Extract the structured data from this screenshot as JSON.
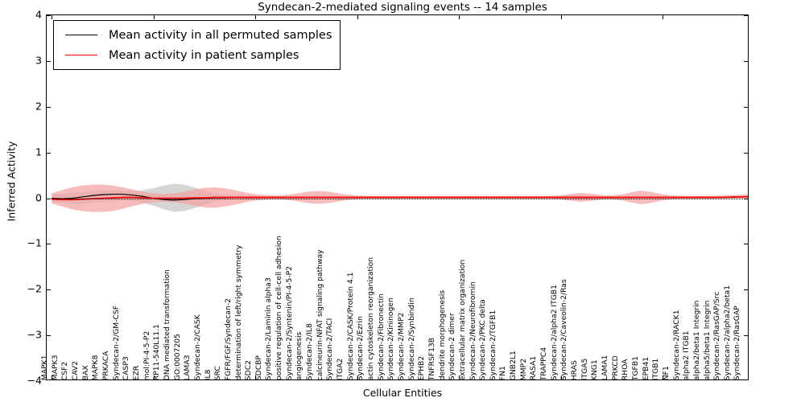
{
  "chart_data": {
    "type": "line",
    "title": "Syndecan-2-mediated signaling events -- 14 samples",
    "xlabel": "Cellular Entities",
    "ylabel": "Inferred Activity",
    "ylim": [
      -4,
      4
    ],
    "yticks": [
      -4,
      -3,
      -2,
      -1,
      0,
      1,
      2,
      3,
      4
    ],
    "grid": false,
    "legend": [
      "Mean activity in all permuted samples",
      "Mean activity in patient samples"
    ],
    "legend_position": "upper left",
    "sample_count": 14,
    "colors": {
      "permuted_line": "#000000",
      "permuted_band": "#c8c8c8",
      "patient_line": "#ff0000",
      "patient_band": "#f4a0a0",
      "zero_line": "#000000"
    },
    "categories": [
      "MAPK1",
      "MAPK3",
      "CSF2",
      "CAV2",
      "BAX",
      "MAPK8",
      "PRKACA",
      "Syndecan-2/GM-CSF",
      "CASP3",
      "EZR",
      "mol:PI-4-5-P2",
      "RP11-540L11.1",
      "DNA mediated transformation",
      "GO:0007205",
      "LAMA3",
      "Syndecan-2/CASK",
      "IL8",
      "SRC",
      "FGFR/FGF/Syndecan-2",
      "determination of left/right symmetry",
      "SDC2",
      "SDCBP",
      "Syndecan-2/Laminin alpha3",
      "positive regulation of cell-cell adhesion",
      "Syndecan-2/Syntenin/PI-4-5-P2",
      "angiogenesis",
      "Syndecan-2/IL8",
      "calcineurin-NFAT signaling pathway",
      "Syndecan-2/TACI",
      "ITGA2",
      "Syndecan-2/CASK/Protein 4.1",
      "Syndecan-2/Ezrin",
      "actin cytoskeleton reorganization",
      "Syndecan-2/Fibronectin",
      "Syndecan-2/Kininogen",
      "Syndecan-2/MMP2",
      "Syndecan-2/Synbindin",
      "EPHB2",
      "TNFRSF13B",
      "dendrite morphogenesis",
      "Syndecan-2 dimer",
      "extracellular matrix organization",
      "Syndecan-2/Neurofibromin",
      "Syndecan-2/PKC delta",
      "Syndecan-2/TGFB1",
      "FN1",
      "GNB2L1",
      "MMP2",
      "RASA1",
      "TRAPPC4",
      "Syndecan-2/alpha2 ITGB1",
      "Syndecan-2/Caveolin-2/Ras",
      "HRAS",
      "ITGA5",
      "KNG1",
      "LAMA1",
      "PRKCD",
      "RHOA",
      "TGFB1",
      "EPB41",
      "ITGB1",
      "NF1",
      "Syndecan-2/RACK1",
      "alpha2 ITGB1",
      "alpha2/beta1 Integrin",
      "alpha5/beta1 Integrin",
      "Syndecan-2/RasGAP/Src",
      "Syndecan-2/alpha2/beta1",
      "Syndecan-2/RasGAP"
    ],
    "series": [
      {
        "name": "Mean activity in all permuted samples",
        "color": "#000000",
        "values": [
          -0.02,
          -0.03,
          -0.02,
          0.01,
          0.04,
          0.06,
          0.07,
          0.07,
          0.05,
          0.02,
          -0.02,
          -0.05,
          -0.06,
          -0.05,
          -0.03,
          -0.02,
          -0.01,
          -0.01,
          0.0,
          0.0,
          0.0,
          0.0,
          0.0,
          0.0,
          0.0,
          0.0,
          0.0,
          0.0,
          0.0,
          0.0,
          0.0,
          0.0,
          0.0,
          0.0,
          0.0,
          0.0,
          0.0,
          0.0,
          0.0,
          0.0,
          0.0,
          0.0,
          0.0,
          0.0,
          0.0,
          0.0,
          0.0,
          0.0,
          0.0,
          0.0,
          0.0,
          0.0,
          0.0,
          0.0,
          0.0,
          0.0,
          0.0,
          0.0,
          0.0,
          0.0,
          0.0,
          0.0,
          0.0,
          0.0,
          0.0,
          0.0,
          0.0,
          0.0,
          0.01,
          0.01,
          0.01,
          0.01,
          0.01,
          0.01,
          0.01,
          0.02,
          0.02
        ],
        "band_upper": [
          0.06,
          0.08,
          0.1,
          0.12,
          0.14,
          0.16,
          0.16,
          0.15,
          0.14,
          0.16,
          0.2,
          0.26,
          0.3,
          0.28,
          0.22,
          0.14,
          0.09,
          0.06,
          0.04,
          0.03,
          0.03,
          0.02,
          0.02,
          0.02,
          0.02,
          0.02,
          0.02,
          0.02,
          0.02,
          0.02,
          0.02,
          0.02,
          0.02,
          0.02,
          0.02,
          0.02,
          0.02,
          0.02,
          0.02,
          0.02,
          0.02,
          0.02,
          0.02,
          0.02,
          0.02,
          0.02,
          0.02,
          0.02,
          0.02,
          0.02,
          0.03,
          0.04,
          0.04,
          0.03,
          0.02,
          0.02,
          0.02,
          0.02,
          0.02,
          0.02,
          0.02,
          0.02,
          0.02,
          0.02,
          0.02,
          0.02,
          0.02,
          0.02,
          0.03,
          0.04,
          0.04,
          0.04,
          0.04,
          0.04,
          0.04,
          0.04,
          0.04
        ],
        "band_lower": [
          -0.1,
          -0.12,
          -0.14,
          -0.14,
          -0.12,
          -0.1,
          -0.08,
          -0.07,
          -0.08,
          -0.12,
          -0.18,
          -0.26,
          -0.32,
          -0.3,
          -0.24,
          -0.16,
          -0.1,
          -0.06,
          -0.04,
          -0.03,
          -0.03,
          -0.02,
          -0.02,
          -0.02,
          -0.02,
          -0.02,
          -0.02,
          -0.02,
          -0.02,
          -0.02,
          -0.02,
          -0.02,
          -0.02,
          -0.02,
          -0.02,
          -0.02,
          -0.02,
          -0.02,
          -0.02,
          -0.02,
          -0.02,
          -0.02,
          -0.02,
          -0.02,
          -0.02,
          -0.02,
          -0.02,
          -0.02,
          -0.02,
          -0.02,
          -0.03,
          -0.04,
          -0.04,
          -0.03,
          -0.02,
          -0.02,
          -0.02,
          -0.02,
          -0.02,
          -0.02,
          -0.02,
          -0.02,
          -0.02,
          -0.02,
          -0.02,
          -0.02,
          -0.02,
          -0.02,
          -0.02,
          -0.02,
          -0.02,
          -0.02,
          -0.02,
          -0.02,
          -0.02,
          -0.02,
          -0.02
        ]
      },
      {
        "name": "Mean activity in patient samples",
        "color": "#ff0000",
        "values": [
          -0.04,
          -0.05,
          -0.05,
          -0.04,
          -0.03,
          -0.02,
          -0.01,
          0.0,
          0.0,
          -0.01,
          -0.02,
          -0.02,
          -0.02,
          -0.02,
          -0.01,
          -0.01,
          0.0,
          0.0,
          0.0,
          0.0,
          0.0,
          0.0,
          0.0,
          0.0,
          0.0,
          0.0,
          0.0,
          0.0,
          0.0,
          0.0,
          0.0,
          0.0,
          0.0,
          0.0,
          0.0,
          0.0,
          0.0,
          0.0,
          0.0,
          0.0,
          0.0,
          0.0,
          0.0,
          0.0,
          0.0,
          0.0,
          0.0,
          0.0,
          0.0,
          0.0,
          0.0,
          0.0,
          0.0,
          0.0,
          0.0,
          0.0,
          0.0,
          0.0,
          0.0,
          0.0,
          0.0,
          0.0,
          0.0,
          0.0,
          0.0,
          0.0,
          0.0,
          0.01,
          0.01,
          0.02,
          0.02,
          0.02,
          0.03,
          0.03,
          0.04,
          0.05,
          0.06
        ],
        "band_upper": [
          0.09,
          0.16,
          0.22,
          0.26,
          0.28,
          0.28,
          0.26,
          0.22,
          0.17,
          0.12,
          0.09,
          0.08,
          0.09,
          0.12,
          0.17,
          0.21,
          0.22,
          0.2,
          0.16,
          0.11,
          0.07,
          0.05,
          0.04,
          0.05,
          0.08,
          0.12,
          0.14,
          0.13,
          0.1,
          0.06,
          0.04,
          0.03,
          0.03,
          0.03,
          0.03,
          0.03,
          0.03,
          0.03,
          0.03,
          0.03,
          0.03,
          0.03,
          0.03,
          0.03,
          0.03,
          0.03,
          0.03,
          0.03,
          0.03,
          0.03,
          0.04,
          0.07,
          0.1,
          0.08,
          0.05,
          0.04,
          0.06,
          0.11,
          0.15,
          0.12,
          0.07,
          0.04,
          0.03,
          0.03,
          0.03,
          0.03,
          0.04,
          0.05,
          0.06,
          0.07,
          0.08,
          0.08,
          0.08,
          0.09,
          0.09,
          0.1,
          0.1
        ],
        "band_lower": [
          -0.13,
          -0.2,
          -0.26,
          -0.3,
          -0.32,
          -0.32,
          -0.3,
          -0.25,
          -0.19,
          -0.14,
          -0.11,
          -0.1,
          -0.11,
          -0.14,
          -0.18,
          -0.22,
          -0.23,
          -0.2,
          -0.16,
          -0.11,
          -0.07,
          -0.05,
          -0.04,
          -0.05,
          -0.08,
          -0.12,
          -0.14,
          -0.13,
          -0.1,
          -0.06,
          -0.04,
          -0.03,
          -0.03,
          -0.03,
          -0.03,
          -0.03,
          -0.03,
          -0.03,
          -0.03,
          -0.03,
          -0.03,
          -0.03,
          -0.03,
          -0.03,
          -0.03,
          -0.03,
          -0.03,
          -0.03,
          -0.03,
          -0.03,
          -0.04,
          -0.07,
          -0.1,
          -0.08,
          -0.05,
          -0.04,
          -0.06,
          -0.11,
          -0.15,
          -0.12,
          -0.07,
          -0.04,
          -0.03,
          -0.03,
          -0.03,
          -0.03,
          -0.02,
          -0.02,
          -0.02,
          -0.02,
          -0.02,
          -0.02,
          -0.01,
          -0.01,
          -0.01,
          0.0,
          0.01
        ]
      }
    ]
  }
}
